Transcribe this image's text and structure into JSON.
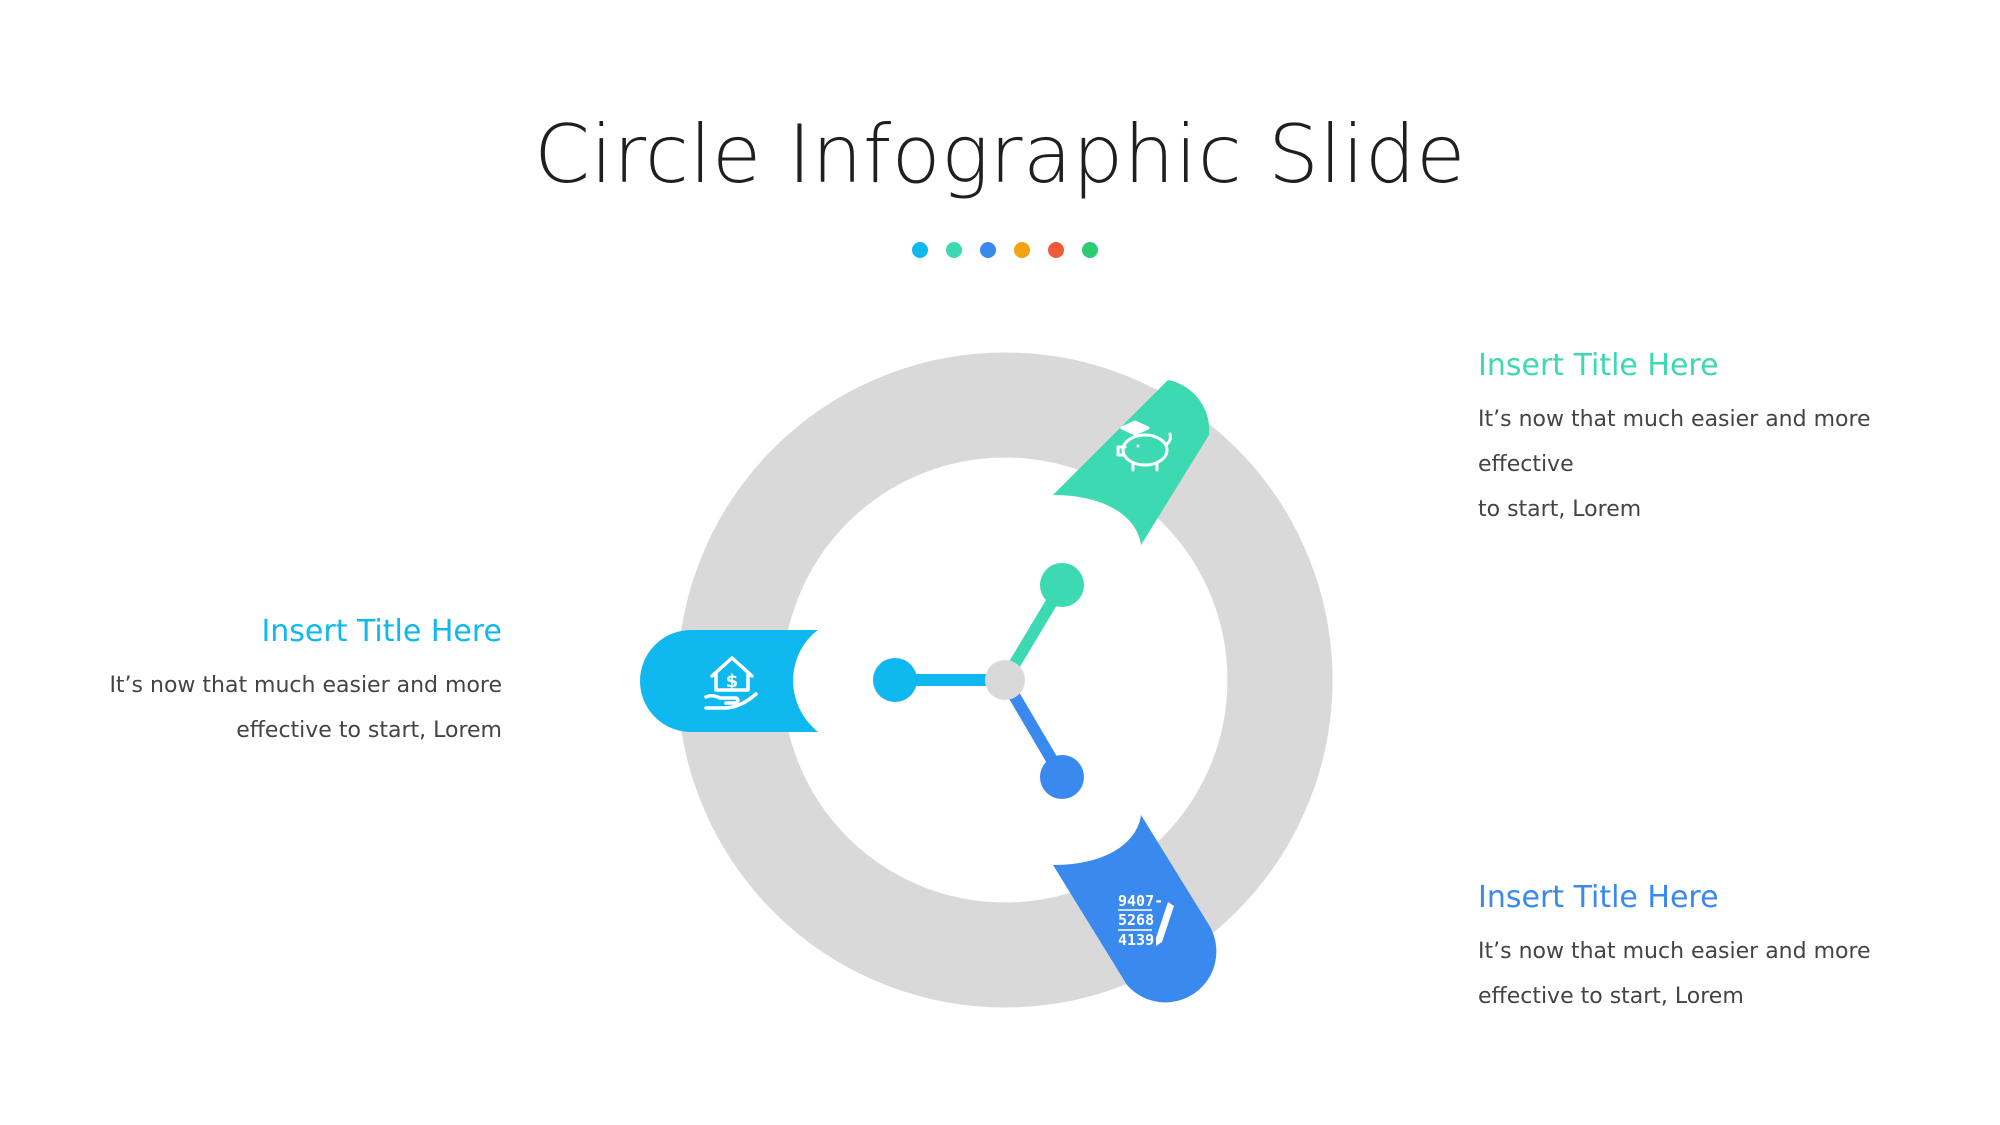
{
  "title": "Circle Infographic Slide",
  "colors": {
    "cyan": "#0FB8EE",
    "teal": "#3CD9B2",
    "blue": "#3A89EE",
    "orange": "#F4A20F",
    "red": "#F2583A",
    "green": "#2DCB72",
    "ring": "#D9D9D9",
    "hub": "#D9D9D9"
  },
  "dots": [
    "#0FB8EE",
    "#3CD9B2",
    "#3A89EE",
    "#F4A20F",
    "#F2583A",
    "#2DCB72"
  ],
  "left_block": {
    "title": "Insert Title Here",
    "line1": "It’s now that much easier and more",
    "line2": "effective to start, Lorem"
  },
  "top_right_block": {
    "title": "Insert Title Here",
    "line1": "It’s now that much easier and more effective",
    "line2": "to start, Lorem"
  },
  "bottom_right_block": {
    "title": "Insert Title Here",
    "line1": "It’s now that much easier and more",
    "line2": "effective to start, Lorem"
  },
  "icons": {
    "left": "house-dollar-hand-icon",
    "top": "piggy-bank-graduation-icon",
    "bottom": "numbers-pen-icon"
  },
  "number_icon_lines": [
    "9407-",
    "5268",
    "4139"
  ]
}
